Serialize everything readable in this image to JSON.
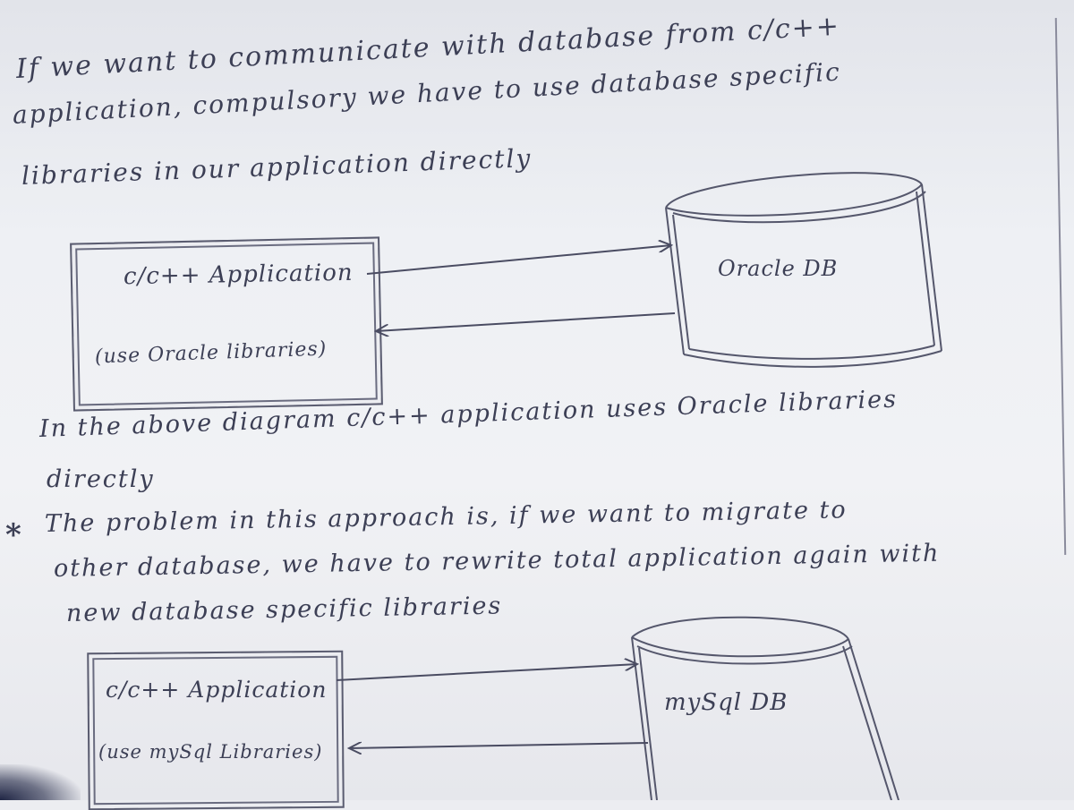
{
  "intro": {
    "line1": "If we want to communicate with database from c/c++",
    "line2": "application, compulsory we have to use database specific",
    "line3": "libraries in our application directly"
  },
  "diagram1": {
    "app_title": "c/c++ Application",
    "app_subtitle": "(use Oracle libraries)",
    "db_label": "Oracle DB"
  },
  "explanation": {
    "line1": "In the above diagram c/c++ application uses Oracle libraries",
    "line2": "directly"
  },
  "problem": {
    "bullet": "*",
    "line1": "The problem in this approach is, if we want to migrate to",
    "line2": "other database, we have to rewrite total application again with",
    "line3": "new database specific libraries"
  },
  "diagram2": {
    "app_title": "c/c++ Application",
    "app_subtitle": "(use mySql Libraries)",
    "db_label": "mySql DB"
  },
  "colors": {
    "paper": "#f1f2f5",
    "ink": "#3c3f55"
  }
}
